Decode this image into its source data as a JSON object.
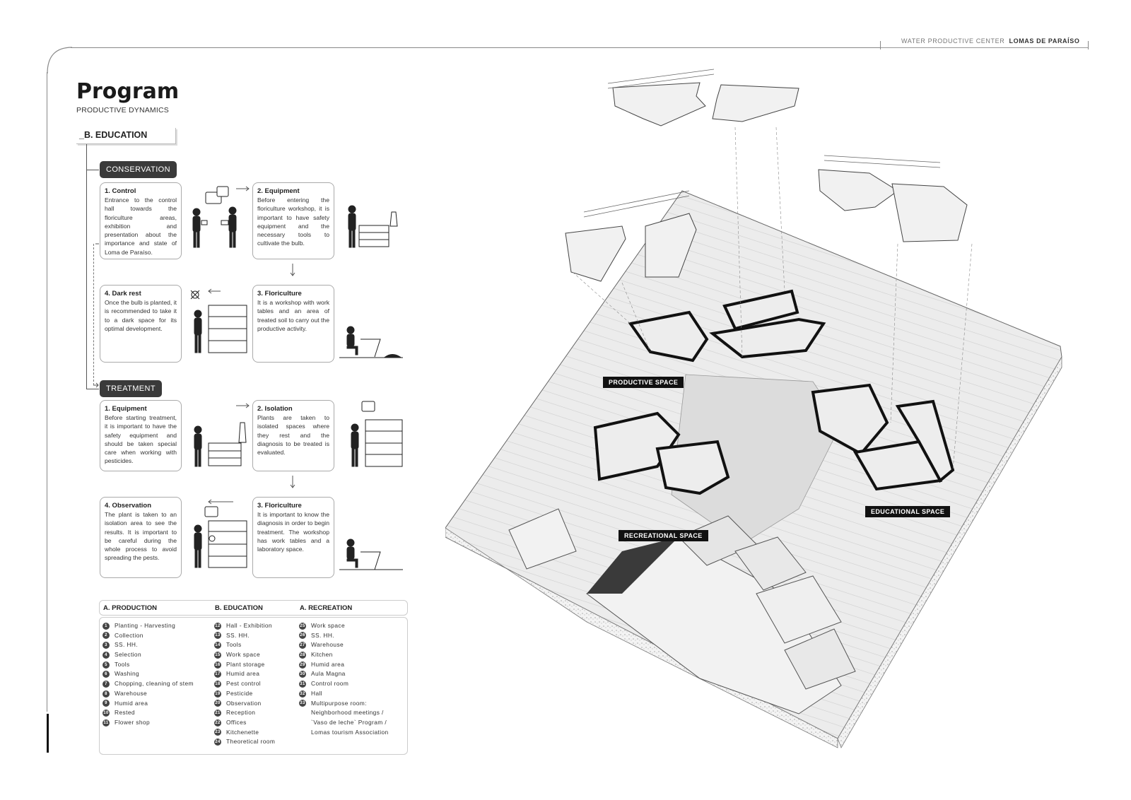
{
  "header": {
    "prefix": "WATER PRODUCTIVE CENTER",
    "name": "LOMAS DE PARAÍSO"
  },
  "title": "Program",
  "subtitle": "PRODUCTIVE DYNAMICS",
  "section": "_B. EDUCATION",
  "conservation": {
    "label": "CONSERVATION",
    "cards": [
      {
        "title": "1. Control",
        "body": "Entrance to the control hall towards the floriculture areas, exhibition and presentation about the importance and state of Loma de Paraíso."
      },
      {
        "title": "2. Equipment",
        "body": "Before entering the floriculture workshop, it is important to have safety equipment and the necessary tools to cultivate the bulb."
      },
      {
        "title": "4. Dark rest",
        "body": "Once the bulb is planted, it is recommended to take it to a dark space for its optimal development."
      },
      {
        "title": "3. Floriculture",
        "body": "It is a workshop with work tables and an area of treated soil to carry out the productive activity."
      }
    ]
  },
  "treatment": {
    "label": "TREATMENT",
    "cards": [
      {
        "title": "1. Equipment",
        "body": "Before starting treatment, it is important to have the safety equipment and should be taken special care when working with pesticides."
      },
      {
        "title": "2. Isolation",
        "body": "Plants are taken to isolated spaces where they rest and the diagnosis to be treated is evaluated."
      },
      {
        "title": "4. Observation",
        "body": "The plant is taken to an isolation area to see the results. It is important to be careful during the whole process to avoid spreading the pests."
      },
      {
        "title": "3. Floriculture",
        "body": "It is important to know the diagnosis in order to begin treatment. The workshop has work tables and a laboratory space."
      }
    ]
  },
  "legend": {
    "production": {
      "title": "A. PRODUCTION",
      "items": [
        {
          "n": "1",
          "t": "Planting - Harvesting"
        },
        {
          "n": "2",
          "t": "Collection"
        },
        {
          "n": "3",
          "t": "SS. HH."
        },
        {
          "n": "4",
          "t": "Selection"
        },
        {
          "n": "5",
          "t": "Tools"
        },
        {
          "n": "6",
          "t": "Washing"
        },
        {
          "n": "7",
          "t": "Chopping, cleaning of stem"
        },
        {
          "n": "8",
          "t": "Warehouse"
        },
        {
          "n": "9",
          "t": "Humid area"
        },
        {
          "n": "10",
          "t": "Rested"
        },
        {
          "n": "11",
          "t": "Flower shop"
        }
      ]
    },
    "education": {
      "title": "B. EDUCATION",
      "items": [
        {
          "n": "12",
          "t": "Hall - Exhibition"
        },
        {
          "n": "13",
          "t": "SS. HH."
        },
        {
          "n": "14",
          "t": "Tools"
        },
        {
          "n": "15",
          "t": "Work space"
        },
        {
          "n": "16",
          "t": "Plant storage"
        },
        {
          "n": "17",
          "t": "Humid area"
        },
        {
          "n": "18",
          "t": "Pest control"
        },
        {
          "n": "19",
          "t": "Pesticide"
        },
        {
          "n": "20",
          "t": "Observation"
        },
        {
          "n": "21",
          "t": "Reception"
        },
        {
          "n": "22",
          "t": "Offices"
        },
        {
          "n": "23",
          "t": "Kitchenette"
        },
        {
          "n": "24",
          "t": "Theoretical room"
        }
      ]
    },
    "recreation": {
      "title": "A. RECREATION",
      "items": [
        {
          "n": "25",
          "t": "Work space"
        },
        {
          "n": "26",
          "t": "SS. HH."
        },
        {
          "n": "27",
          "t": "Warehouse"
        },
        {
          "n": "28",
          "t": "Kitchen"
        },
        {
          "n": "29",
          "t": "Humid area"
        },
        {
          "n": "30",
          "t": "Aula Magna"
        },
        {
          "n": "31",
          "t": "Control room"
        },
        {
          "n": "32",
          "t": "Hall"
        },
        {
          "n": "33",
          "t": "Multipurpose room:"
        },
        {
          "n": "",
          "t": "Neighborhood meetings /"
        },
        {
          "n": "",
          "t": "`Vaso de leche` Program /"
        },
        {
          "n": "",
          "t": "Lomas tourism Association"
        }
      ]
    }
  },
  "spaces": {
    "productive": "PRODUCTIVE SPACE",
    "educational": "EDUCATIONAL SPACE",
    "recreational": "RECREATIONAL SPACE"
  }
}
